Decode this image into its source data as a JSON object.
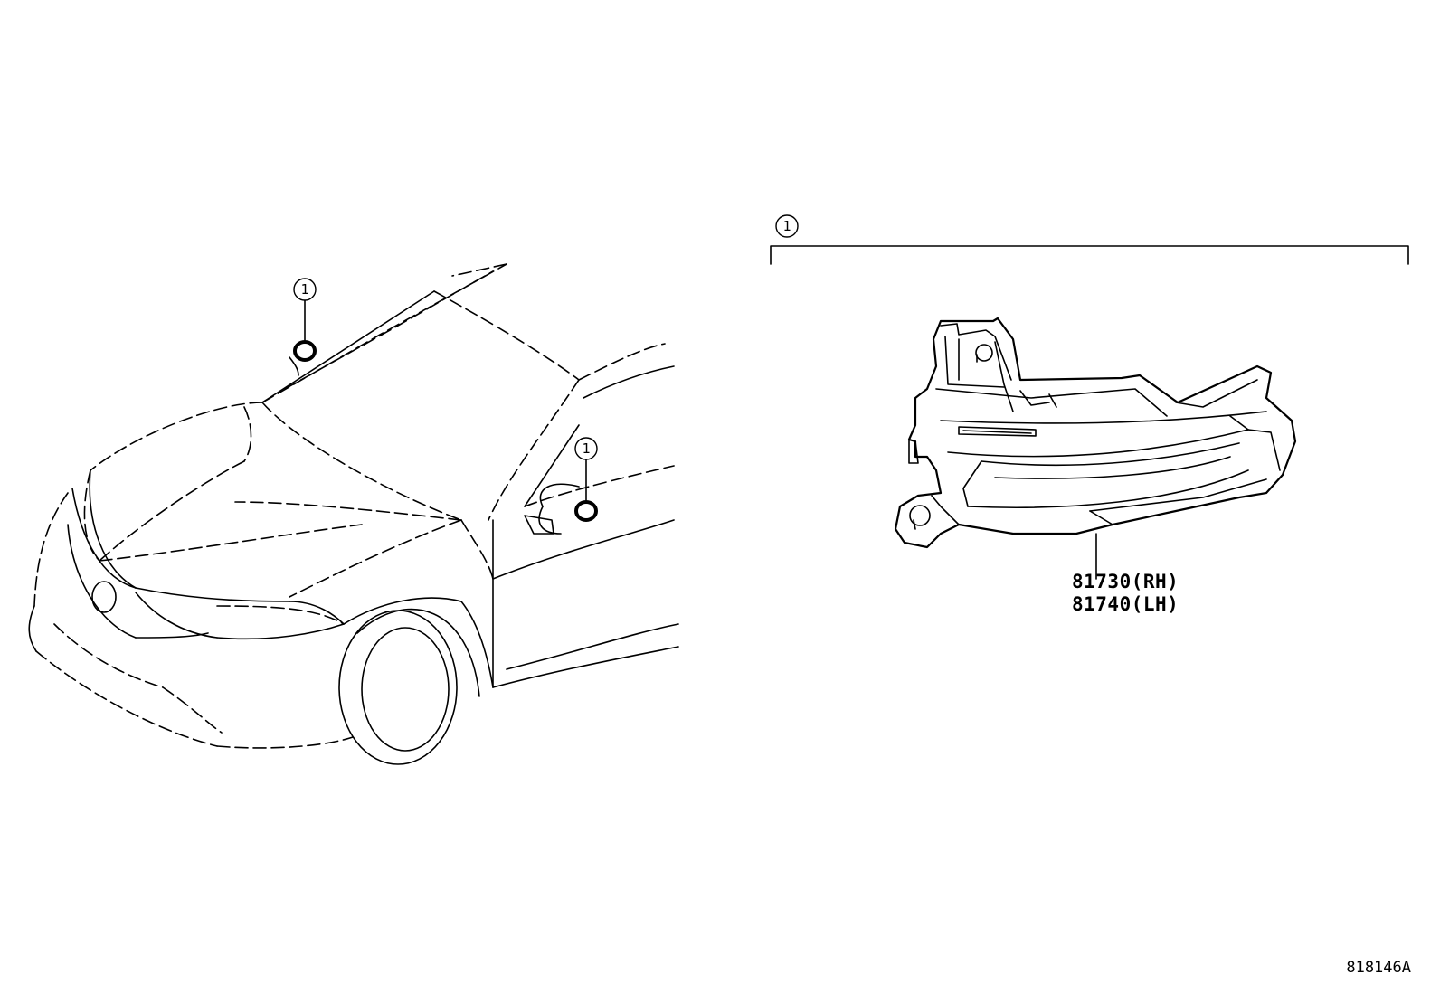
{
  "diagram": {
    "callouts": [
      {
        "label": "1"
      },
      {
        "label": "1"
      },
      {
        "label": "1"
      }
    ],
    "parts": [
      {
        "number": "81730(RH)"
      },
      {
        "number": "81740(LH)"
      }
    ],
    "illustration_code": "818146A"
  }
}
